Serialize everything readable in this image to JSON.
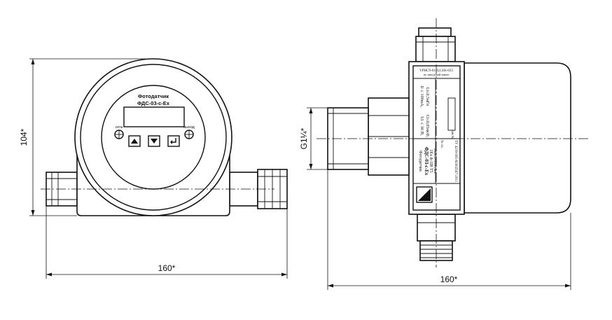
{
  "front_view": {
    "device_title_line1": "Фотодатчик",
    "device_title_line2": "ФДС-03-с-Ex",
    "indicator_left_label": "сеть",
    "indicator_right_label": "выход",
    "dim_height": "104*",
    "dim_width": "160*"
  },
  "side_view": {
    "thread_label": "G1¼*",
    "dim_width": "160*",
    "nameplate": {
      "top_line1": "VPHC9-01-1(1)1K-033",
      "top_line2": "по заводской книге",
      "device_name": "Фотодатчик",
      "device_model": "ФДС-03-с-Ex",
      "ex_marking": "1Ex ib IIB T5",
      "ex_cert": "«КВСЭ Ex» счис",
      "voltage": "Ui ≤ 30 В,",
      "capacitance": "Ci≤0,05мкФ,",
      "current": "Ii ≤ 100мА,",
      "inductance": "Li≤0,5мГн",
      "serial_label": "№ ск.",
      "year_label": "зав.№",
      "tech_spec": "ТУ 4218-005-82002567-2011"
    }
  }
}
